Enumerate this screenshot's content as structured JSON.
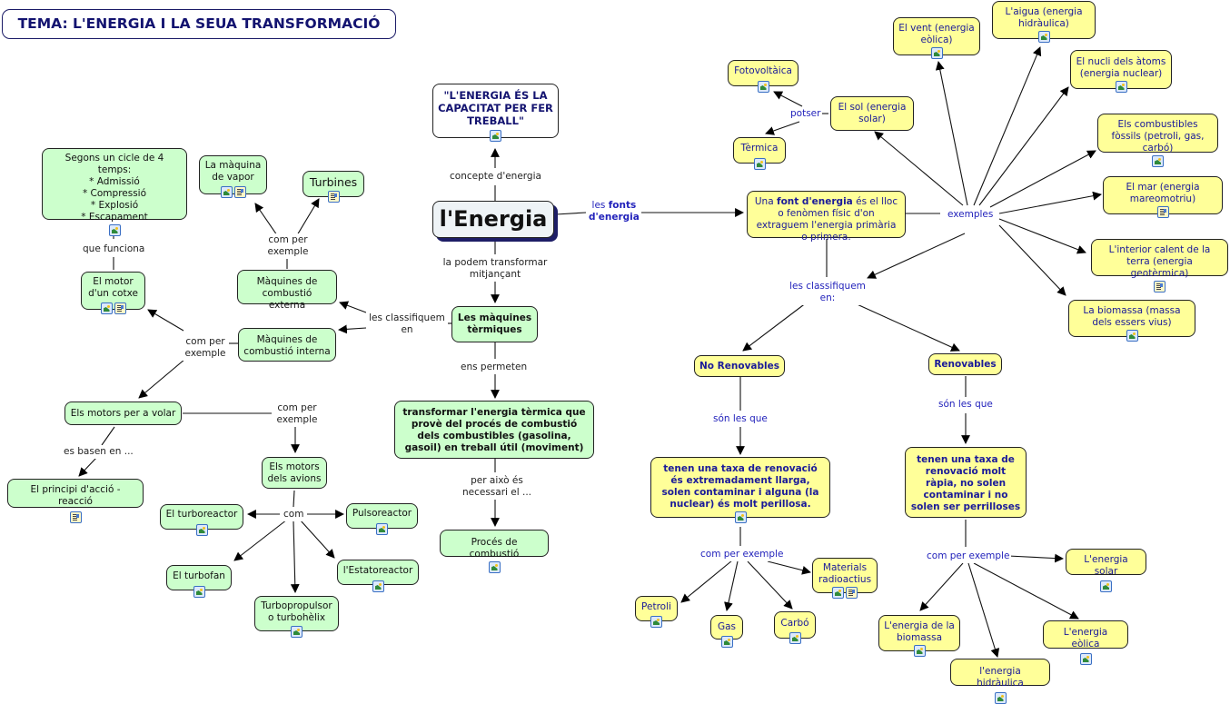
{
  "title": "TEMA: L'ENERGIA I LA SEUA TRANSFORMACIÓ",
  "center": "l'Energia",
  "definition": "\"L'ENERGIA ÉS LA CAPACITAT PER FER TREBALL\"",
  "links": {
    "concepte": "concepte d'energia",
    "fonts_pre": "les ",
    "fonts_bold1": "fonts",
    "fonts_bold2": "d'energia",
    "transformar": "la podem transformar mitjançant",
    "classifiquem_left": "les classifiquem en",
    "permeten": "ens permeten",
    "aixo": "per això és necessari el ...",
    "com_per_exemple_ext": "com per exemple",
    "com_per_exemple_int": "com per exemple",
    "que_funciona": "que funciona",
    "com_per_exemple_volar": "com per exemple",
    "basen": "es basen en ...",
    "com": "com",
    "exemples": "exemples",
    "potser": "potser",
    "classifiquem_right": "les classifiquem en:",
    "son_les_que_nr": "són les que",
    "son_les_que_r": "són les que",
    "cpe_nr": "com per exemple",
    "cpe_r": "com per exemple"
  },
  "left": {
    "maquines_termiques": "Les màquines tèrmiques",
    "transformar": "transformar l'energia tèrmica que provè del procés de combustió dels combustibles (gasolina, gasoil) en treball útil (moviment)",
    "proces": "Procés de combustió",
    "externa": "Màquines de combustió externa",
    "interna": "Màquines de combustió interna",
    "vapor": "La màquina de vapor",
    "turbines": "Turbines",
    "motor_cotxe": "El motor d'un cotxe",
    "cicle": [
      "Segons un cicle de 4 temps:",
      "* Admissió",
      "* Compressió",
      "* Explosió",
      "* Escapament"
    ],
    "motors_volar": "Els motors per a volar",
    "principi": "El principi d'acció - reacció",
    "motors_avions": "Els motors dels avions",
    "turboreactor": "El turboreactor",
    "pulsoreactor": "Pulsoreactor",
    "turbofan": "El turbofan",
    "estatoreactor": "l'Estatoreactor",
    "turbopropulsor": "Turbopropulsor o turbohèlix"
  },
  "right": {
    "font_def_pre": "Una ",
    "font_def_bold": "font d'energia",
    "font_def_post": " és el lloc o fenòmen físic d'on extraguem l'energia primària o primera.",
    "sol": "El sol (energia solar)",
    "fotovoltaica": "Fotovoltàica",
    "termica": "Tèrmica",
    "vent": "El vent (energia eòlica)",
    "aigua": "L'aigua (energia hidràulica)",
    "nucli": "El nucli dels àtoms (energia nuclear)",
    "fossils": "Els combustibles fòssils (petroli, gas, carbó)",
    "mar": "El mar (energia mareomotriu)",
    "geotermica": "L'interior calent de la terra (energia geotèrmica)",
    "biomassa_font": "La biomassa (massa dels essers vius)",
    "no_renovables": "No Renovables",
    "renovables": "Renovables",
    "nr_desc": "tenen una taxa de renovació és extremadament llarga, solen contaminar i alguna (la nuclear) és molt perillosa.",
    "r_desc": "tenen una taxa de renovació molt ràpia, no solen contaminar i no solen ser perrilloses",
    "petroli": "Petroli",
    "gas": "Gas",
    "carbo": "Carbó",
    "materials": "Materials radioactius",
    "solar": "L'energia solar",
    "biomassa": "L'energia de la biomassa",
    "hidraulica": "l'energia hidràulica",
    "eolica": "L'energia eòlica"
  }
}
